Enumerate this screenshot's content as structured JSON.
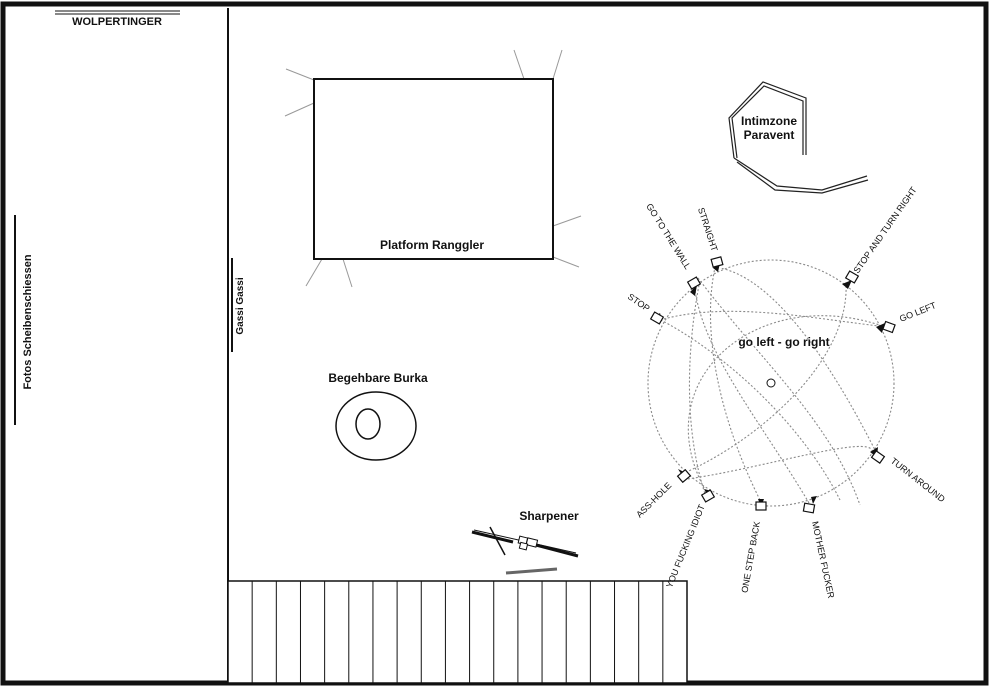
{
  "title": "",
  "labels": {
    "wolpertinger": "WOLPERTINGER",
    "fotos": "Fotos Scheibenschiessen",
    "gassi": "Gassi Gassi",
    "platform": "Platform Ranggler",
    "intimzone_line1": "Intimzone",
    "intimzone_line2": "Paravent",
    "burka": "Begehbare Burka",
    "sharpener": "Sharpener",
    "center": "go left - go right"
  },
  "commands": [
    "GO TO THE WALL",
    "STRAIGHT",
    "STOP AND TURN RIGHT",
    "GO LEFT",
    "STOP",
    "TURN AROUND",
    "ASS-HOLE",
    "YOU FUCKING IDIOT",
    "ONE STEP BACK",
    "MOTHER FUCKER"
  ],
  "colors": {
    "wall": "#111111",
    "line": "#000000",
    "rays": "#999999",
    "paths": "#8a8a8a"
  }
}
